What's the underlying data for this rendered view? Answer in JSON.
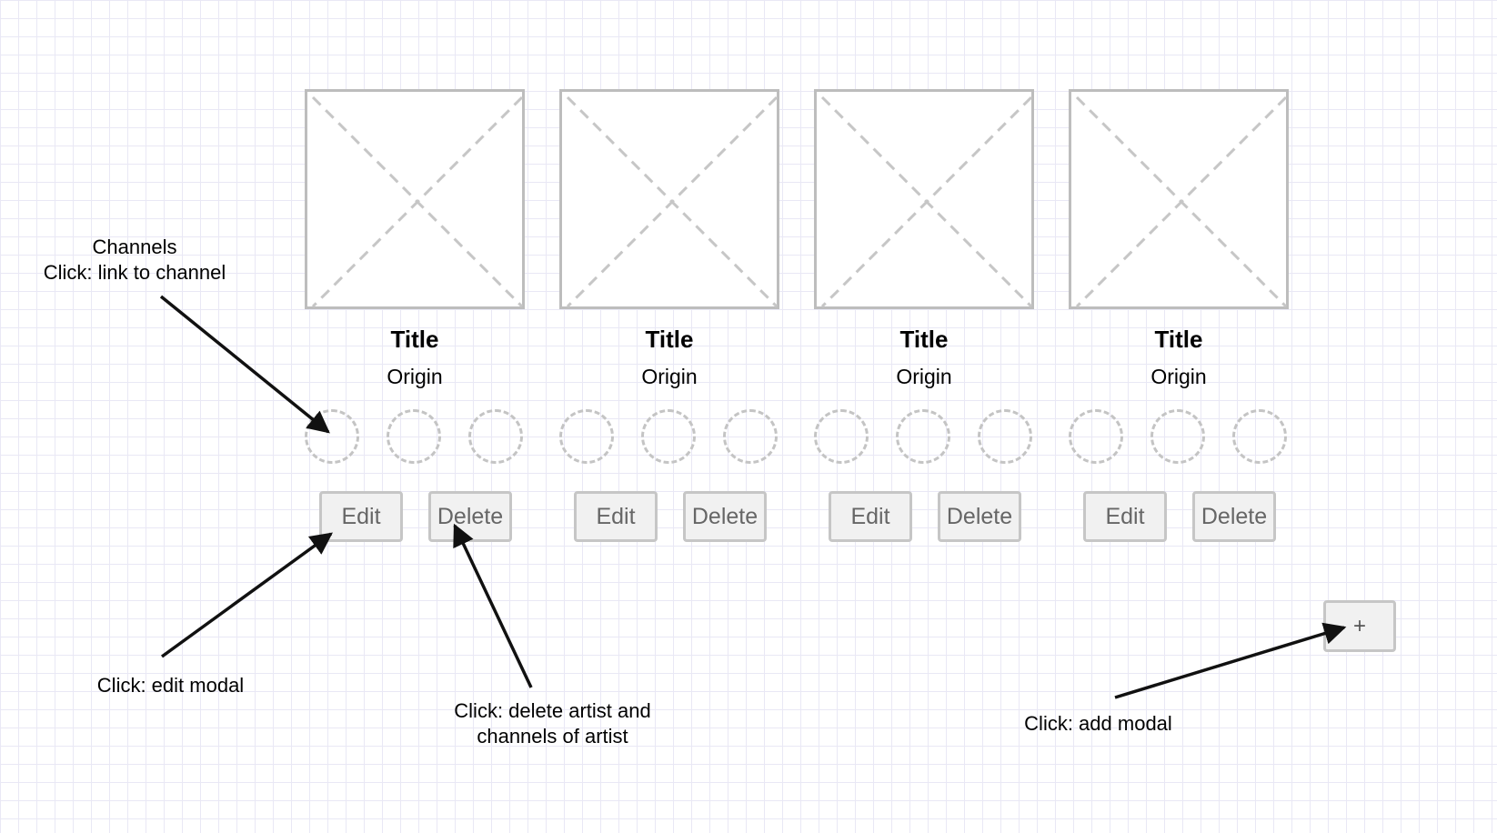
{
  "cards": [
    {
      "title": "Title",
      "origin": "Origin",
      "edit_label": "Edit",
      "delete_label": "Delete"
    },
    {
      "title": "Title",
      "origin": "Origin",
      "edit_label": "Edit",
      "delete_label": "Delete"
    },
    {
      "title": "Title",
      "origin": "Origin",
      "edit_label": "Edit",
      "delete_label": "Delete"
    },
    {
      "title": "Title",
      "origin": "Origin",
      "edit_label": "Edit",
      "delete_label": "Delete"
    }
  ],
  "add_button": {
    "label": "+"
  },
  "annotations": {
    "channels": "Channels\nClick: link to channel",
    "edit": "Click: edit modal",
    "delete": "Click: delete artist and\nchannels of artist",
    "add": "Click: add modal"
  }
}
